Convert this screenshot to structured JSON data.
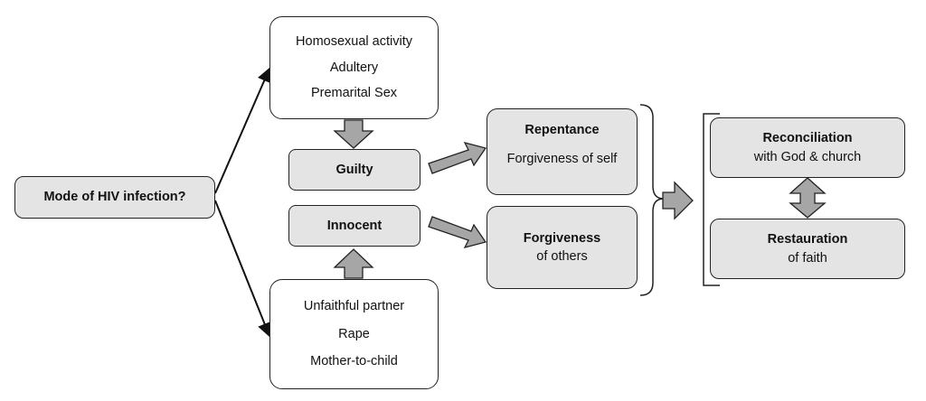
{
  "nodes": {
    "mode": {
      "label": "Mode of HIV infection?"
    },
    "guilty_causes": {
      "items": [
        "Homosexual activity",
        "Adultery",
        "Premarital Sex"
      ]
    },
    "guilty": {
      "label": "Guilty"
    },
    "innocent": {
      "label": "Innocent"
    },
    "innocent_causes": {
      "items": [
        "Unfaithful partner",
        "Rape",
        "Mother-to-child"
      ]
    },
    "repentance": {
      "title": "Repentance",
      "subtitle": "Forgiveness of self"
    },
    "forgiveness": {
      "title": "Forgiveness",
      "subtitle": "of others"
    },
    "reconciliation": {
      "title": "Reconciliation",
      "subtitle": "with God & church"
    },
    "restauration": {
      "title": "Restauration",
      "subtitle": "of faith"
    }
  },
  "colors": {
    "box_fill": "#e4e4e4",
    "arrow_fill": "#a6a6a6",
    "stroke": "#222222"
  }
}
